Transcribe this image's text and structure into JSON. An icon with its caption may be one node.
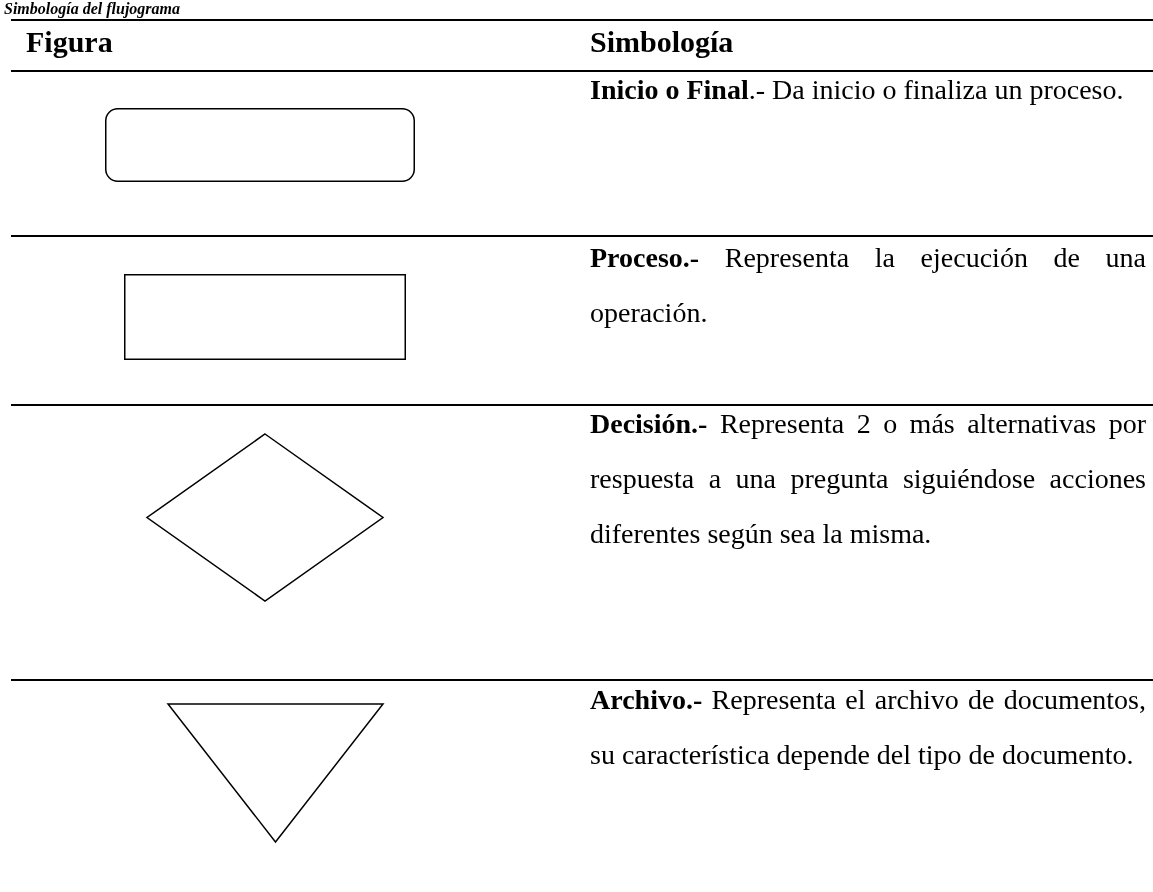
{
  "diagram": {
    "title": "Simbología del flujograma",
    "nodes": [
      {
        "text": [],
        "shape": "roundbox"
      },
      {
        "text": [],
        "shape": "box"
      },
      {
        "text": [],
        "shape": "diamond"
      },
      {
        "text": [],
        "shape": "triangle"
      }
    ],
    "labels": [
      "Figura",
      "Simbología",
      "**Inicio o Final**.- Da inicio o finaliza un proceso.",
      "**Proceso.-** Representa la ejecución de una operación.",
      "**Decisión.-** Representa 2 o más alternativas por respuesta a una pregunta siguiéndose acciones diferentes según sea la misma.",
      "**Archivo.-** Representa el archivo de documentos, su característica depende del tipo de documento."
    ]
  }
}
